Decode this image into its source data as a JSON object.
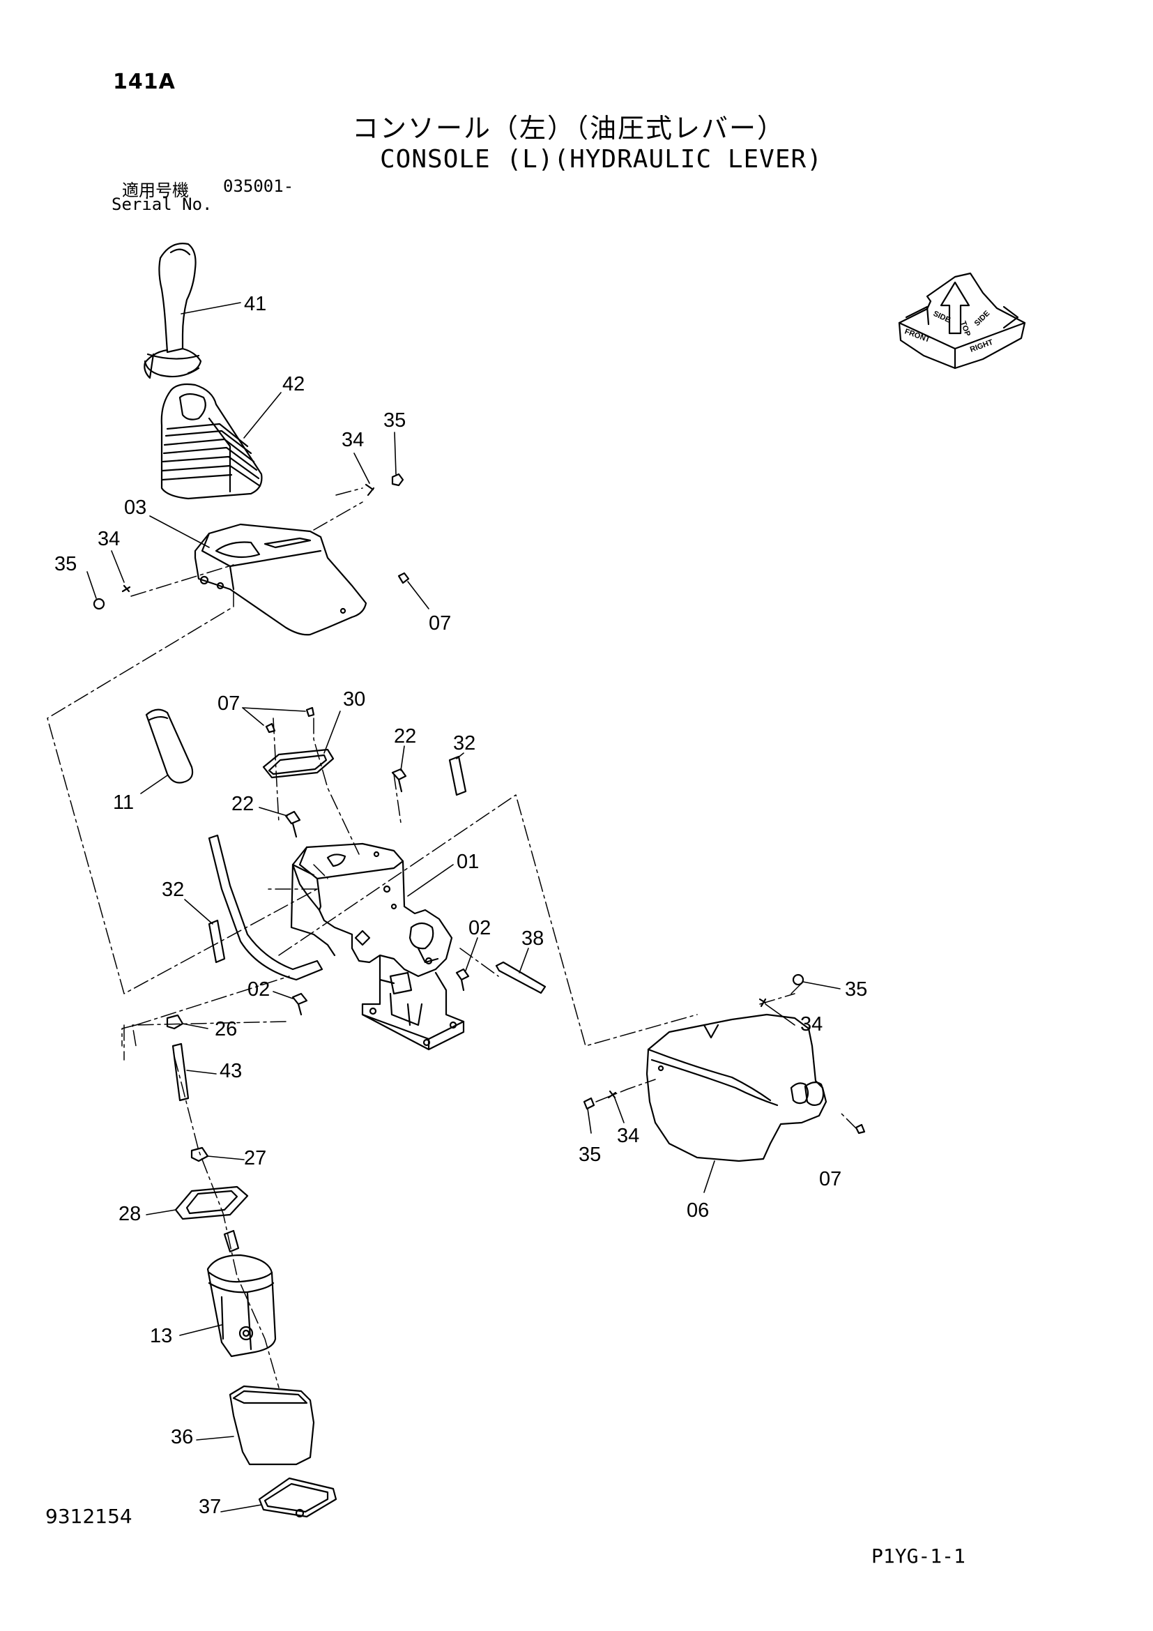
{
  "header": {
    "code": "141A",
    "title_jp": "コンソール（左）（油圧式レバー）",
    "title_en": "CONSOLE (L)(HYDRAULIC LEVER)",
    "serial_jp": "適用号機",
    "serial_value": "035001-",
    "serial_en": "Serial No."
  },
  "orientation": {
    "top": "TOP",
    "front": "FRONT",
    "right": "RIGHT",
    "side1": "SIDE",
    "side2": "SIDE"
  },
  "callouts": {
    "c41": "41",
    "c42": "42",
    "c34a": "34",
    "c35a": "35",
    "c03": "03",
    "c34b": "34",
    "c35b": "35",
    "c07a": "07",
    "c07b": "07",
    "c30": "30",
    "c22a": "22",
    "c32a": "32",
    "c11": "11",
    "c22b": "22",
    "c01": "01",
    "c32b": "32",
    "c02a": "02",
    "c38": "38",
    "c02b": "02",
    "c26": "26",
    "c43": "43",
    "c27": "27",
    "c28": "28",
    "c13": "13",
    "c36": "36",
    "c37": "37",
    "c35c": "35",
    "c34c": "34",
    "c34d": "34",
    "c35d": "35",
    "c07c": "07",
    "c06": "06"
  },
  "footer": {
    "doc_number": "9312154",
    "page_ref": "P1YG-1-1"
  }
}
